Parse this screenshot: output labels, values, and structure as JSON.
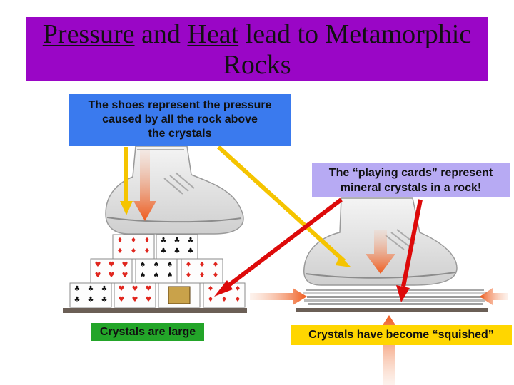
{
  "title": {
    "pressure": "Pressure",
    "and": " and ",
    "heat": "Heat",
    "lead_to": " lead to Metamorphic",
    "rocks": "Rocks"
  },
  "labels": {
    "shoes": [
      "The shoes represent the pressure",
      "caused by all the rock above",
      "the crystals"
    ],
    "cards": [
      "The “playing cards” represent",
      "mineral crystals in a rock!"
    ],
    "large": "Crystals are large",
    "squished": "Crystals have become “squished”"
  },
  "colors": {
    "title_bg": "#9a06c6",
    "shoes_label_bg": "#3a7aee",
    "cards_label_bg": "#b7aaf3",
    "large_label_bg": "#23a529",
    "squished_label_bg": "#ffd600",
    "yellow_arrow": "#f5c400",
    "red_arrow": "#dd0a0a"
  },
  "card_suits": [
    "♦",
    "♣",
    "♥",
    "♠"
  ]
}
